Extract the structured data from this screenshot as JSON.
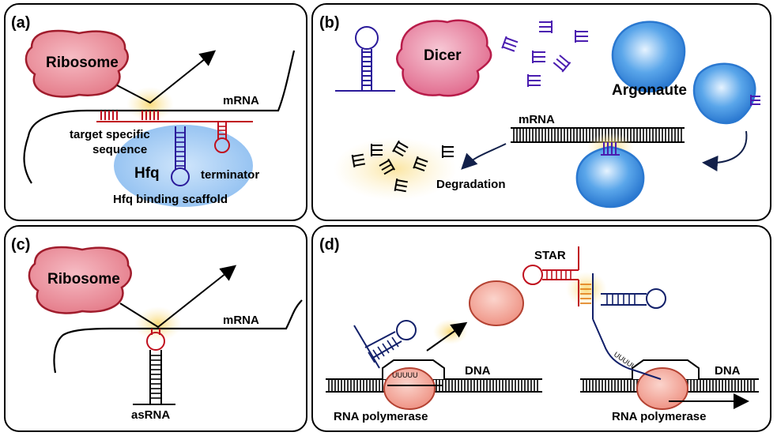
{
  "colors": {
    "ribosome": "#e98a95",
    "ribosome_stroke": "#a01c2c",
    "dicer": "#e36c8c",
    "argonaute": "#4a9ae6",
    "hfq": "#9ccaf2",
    "red_rna": "#c0101e",
    "blue_rna": "#2a1a9a",
    "purple_sirna": "#4a1cb0",
    "polymerase": "#f2a49a",
    "glow": "#fbe4a0"
  },
  "panels": {
    "a": {
      "letter": "(a)",
      "ribosome": "Ribosome",
      "mrna": "mRNA",
      "target_line1": "target specific",
      "target_line2": "sequence",
      "hfq": "Hfq",
      "terminator": "terminator",
      "scaffold": "Hfq binding scaffold"
    },
    "b": {
      "letter": "(b)",
      "dicer": "Dicer",
      "argonaute": "Argonaute",
      "mrna": "mRNA",
      "degradation": "Degradation"
    },
    "c": {
      "letter": "(c)",
      "ribosome": "Ribosome",
      "mrna": "mRNA",
      "asrna": "asRNA"
    },
    "d": {
      "letter": "(d)",
      "star": "STAR",
      "dna_left": "DNA",
      "dna_right": "DNA",
      "poly_left": "RNA polymerase",
      "poly_right": "RNA polymerase",
      "uuuuu_left": "UUUUU",
      "uuuuu_right": "UUUUU"
    }
  }
}
